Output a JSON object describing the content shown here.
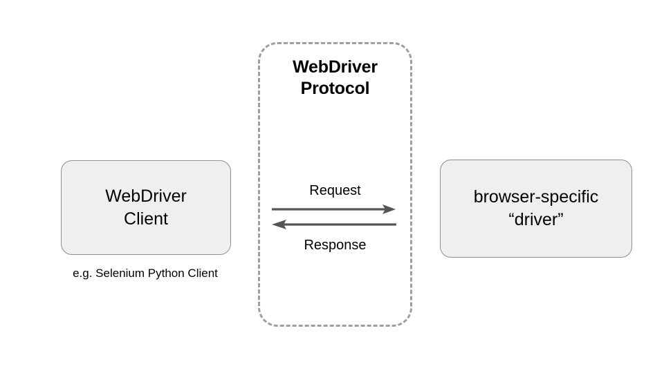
{
  "diagram": {
    "protocol": {
      "title_line1": "WebDriver",
      "title_line2": "Protocol",
      "border_color": "#9e9e9e",
      "border_style": "dashed"
    },
    "nodes": [
      {
        "id": "webdriver-client",
        "line1": "WebDriver",
        "line2": "Client",
        "caption": "e.g. Selenium Python Client",
        "fill": "#efefef",
        "stroke": "#8f8f8f"
      },
      {
        "id": "browser-driver",
        "line1": "browser-specific",
        "line2": "“driver”",
        "fill": "#efefef",
        "stroke": "#8f8f8f"
      }
    ],
    "arrows": [
      {
        "id": "request",
        "label": "Request",
        "direction": "right",
        "color": "#555555"
      },
      {
        "id": "response",
        "label": "Response",
        "direction": "left",
        "color": "#555555"
      }
    ]
  }
}
